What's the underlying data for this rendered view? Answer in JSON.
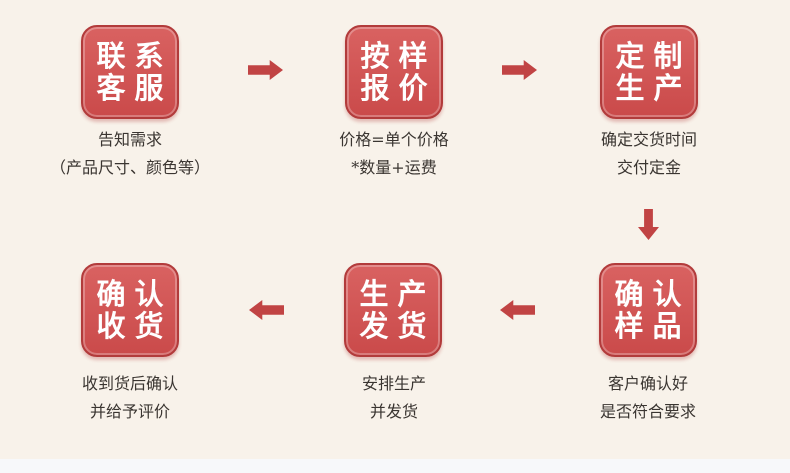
{
  "colors": {
    "bg": "#f8f2ea",
    "footer_strip": "#f7f8fa",
    "box_fill_top": "#d96261",
    "box_fill_bottom": "#ca4a4a",
    "box_border": "#b23b3b",
    "arrow": "#c14444",
    "box_text": "#ffffff",
    "caption_text": "#3a3531"
  },
  "steps": [
    {
      "title_line1": "联系",
      "title_line2": "客服",
      "caption_line1": "告知需求",
      "caption_line2": "（产品尺寸、颜色等）"
    },
    {
      "title_line1": "按样",
      "title_line2": "报价",
      "caption_line1": "价格=单个价格",
      "caption_line2": "*数量+运费"
    },
    {
      "title_line1": "定制",
      "title_line2": "生产",
      "caption_line1": "确定交货时间",
      "caption_line2": "交付定金"
    },
    {
      "title_line1": "确认",
      "title_line2": "样品",
      "caption_line1": "客户确认好",
      "caption_line2": "是否符合要求"
    },
    {
      "title_line1": "生产",
      "title_line2": "发货",
      "caption_line1": "安排生产",
      "caption_line2": "并发货"
    },
    {
      "title_line1": "确认",
      "title_line2": "收货",
      "caption_line1": "收到货后确认",
      "caption_line2": "并给予评价"
    }
  ],
  "arrows": [
    {
      "direction": "right"
    },
    {
      "direction": "right"
    },
    {
      "direction": "down"
    },
    {
      "direction": "left"
    },
    {
      "direction": "left"
    }
  ]
}
